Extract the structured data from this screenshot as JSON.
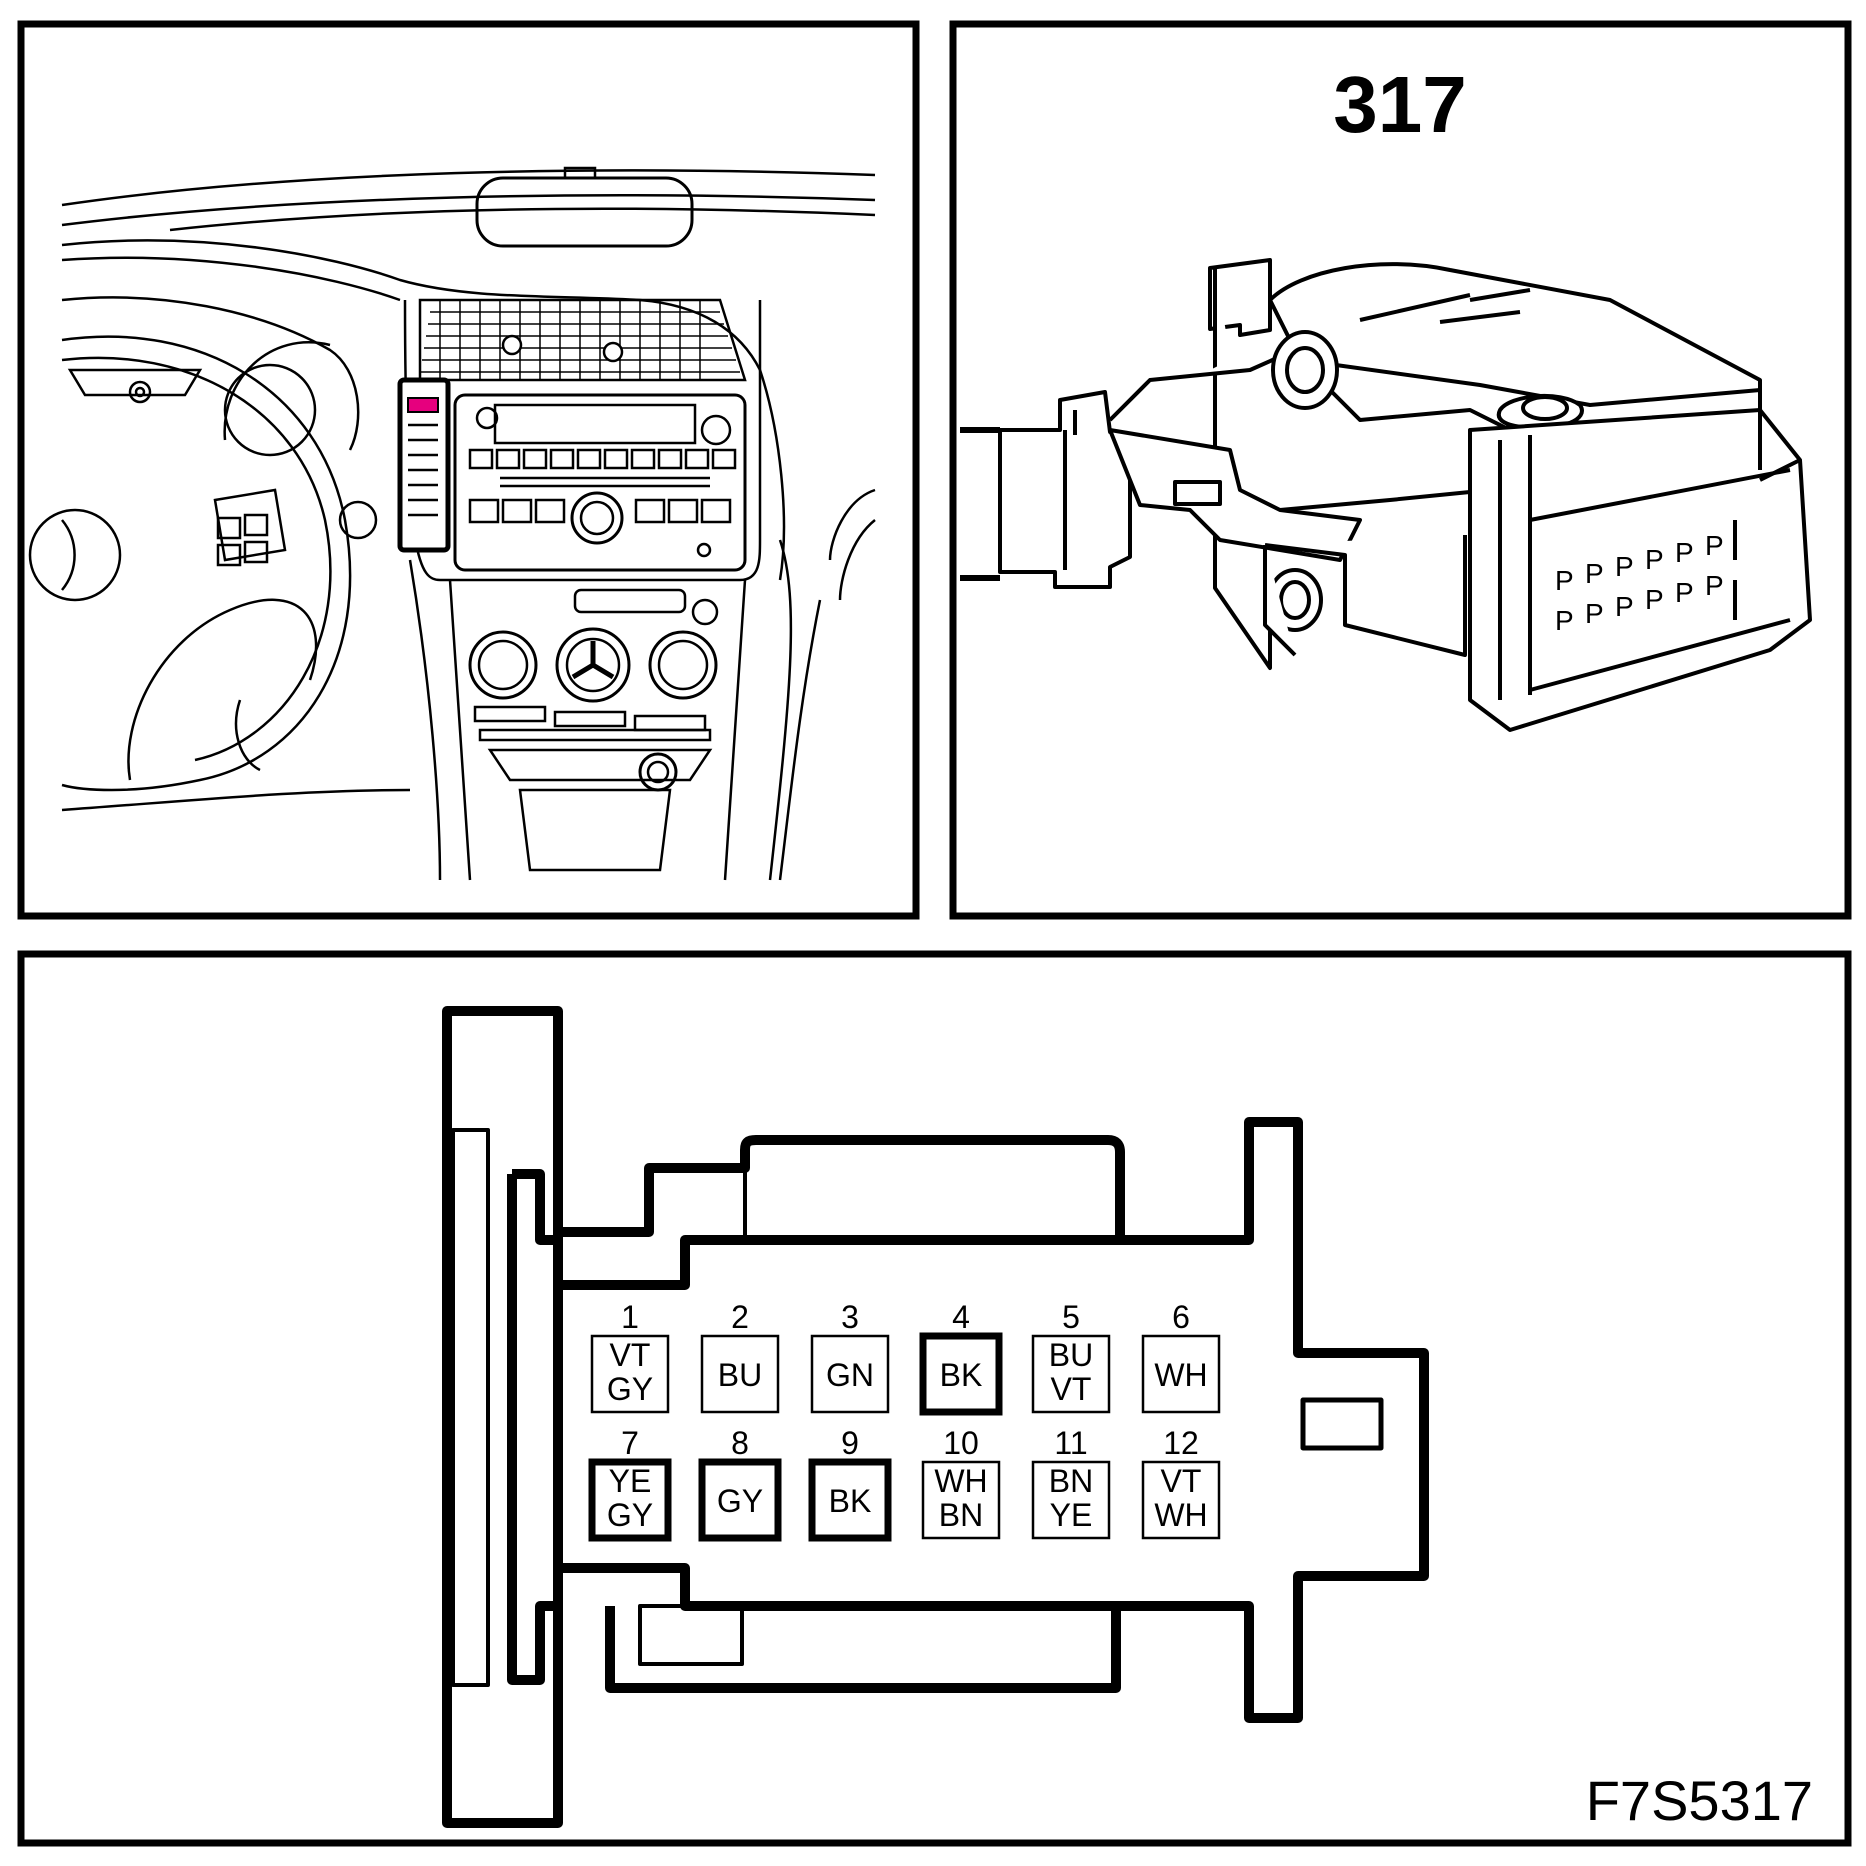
{
  "connector": {
    "number": "317",
    "figure_code": "F7S5317",
    "highlight_color": "#e6007e"
  },
  "pins": [
    {
      "num": "1",
      "wires": [
        "VT",
        "GY"
      ],
      "bold": false
    },
    {
      "num": "2",
      "wires": [
        "BU"
      ],
      "bold": false
    },
    {
      "num": "3",
      "wires": [
        "GN"
      ],
      "bold": false
    },
    {
      "num": "4",
      "wires": [
        "BK"
      ],
      "bold": true
    },
    {
      "num": "5",
      "wires": [
        "BU",
        "VT"
      ],
      "bold": false
    },
    {
      "num": "6",
      "wires": [
        "WH"
      ],
      "bold": false
    },
    {
      "num": "7",
      "wires": [
        "YE",
        "GY"
      ],
      "bold": true
    },
    {
      "num": "8",
      "wires": [
        "GY"
      ],
      "bold": true
    },
    {
      "num": "9",
      "wires": [
        "BK"
      ],
      "bold": true
    },
    {
      "num": "10",
      "wires": [
        "WH",
        "BN"
      ],
      "bold": false
    },
    {
      "num": "11",
      "wires": [
        "BN",
        "YE"
      ],
      "bold": false
    },
    {
      "num": "12",
      "wires": [
        "VT",
        "WH"
      ],
      "bold": false
    }
  ]
}
